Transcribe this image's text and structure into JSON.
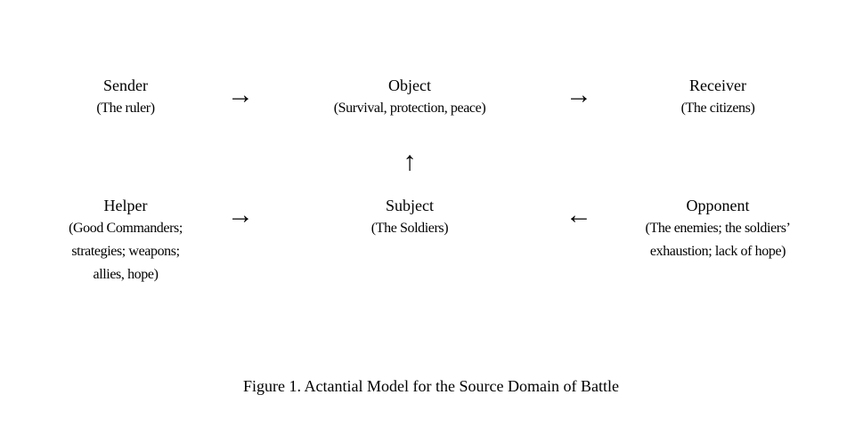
{
  "nodes": {
    "sender": {
      "title": "Sender",
      "lines": [
        "(The ruler)"
      ]
    },
    "object": {
      "title": "Object",
      "lines": [
        "(Survival, protection, peace)"
      ]
    },
    "receiver": {
      "title": "Receiver",
      "lines": [
        "(The citizens)"
      ]
    },
    "helper": {
      "title": "Helper",
      "lines": [
        "(Good Commanders;",
        "strategies; weapons;",
        "allies, hope)"
      ]
    },
    "subject": {
      "title": "Subject",
      "lines": [
        "(The Soldiers)"
      ]
    },
    "opponent": {
      "title": "Opponent",
      "lines": [
        "(The enemies; the soldiers’",
        "exhaustion; lack of hope)"
      ]
    }
  },
  "arrows": {
    "right": "→",
    "left": "←",
    "up": "↑"
  },
  "caption": "Figure 1. Actantial Model for the Source Domain of Battle"
}
